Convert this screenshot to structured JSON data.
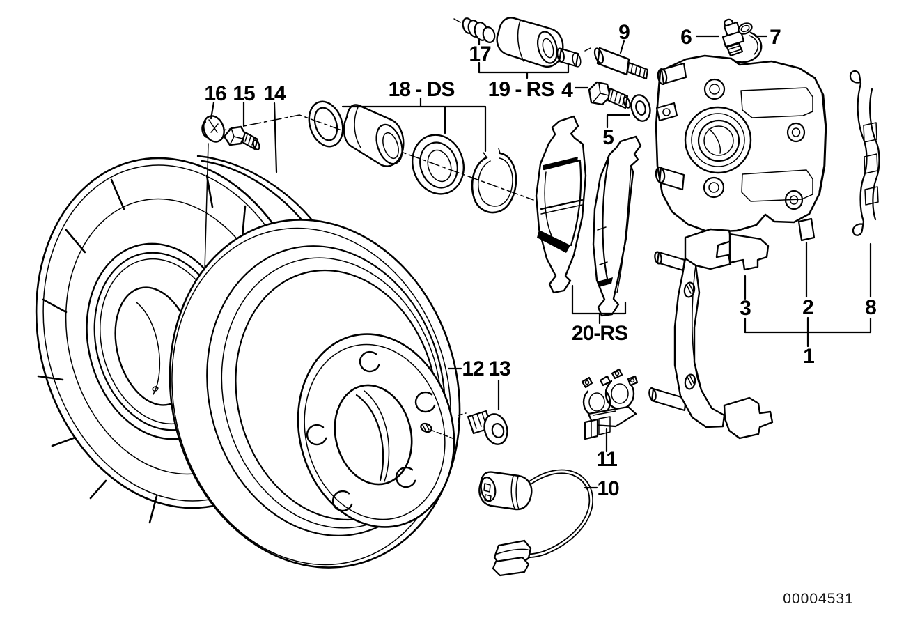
{
  "colors": {
    "ink": "#000000",
    "background": "#ffffff"
  },
  "diagram": {
    "type": "exploded-parts-diagram",
    "document_number": "00004531",
    "callouts": {
      "c1": "1",
      "c2": "2",
      "c3": "3",
      "c4": "4",
      "c5": "5",
      "c6": "6",
      "c7": "7",
      "c8": "8",
      "c9": "9",
      "c10": "10",
      "c11": "11",
      "c12": "12",
      "c13": "13",
      "c14": "14",
      "c15": "15",
      "c16": "16",
      "c17": "17",
      "c18": "18 - DS",
      "c19": "19 - RS",
      "c20": "20-RS"
    }
  }
}
